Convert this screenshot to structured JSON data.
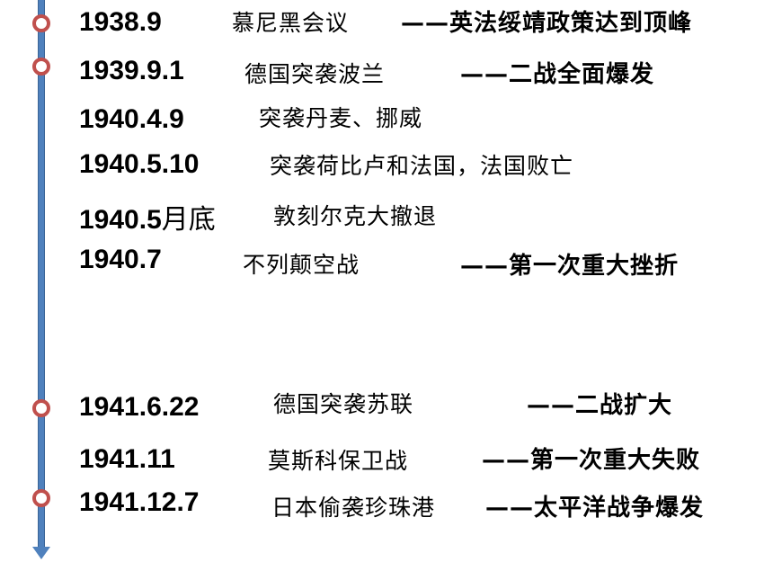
{
  "entries": [
    {
      "date": "1938.9",
      "event": "慕尼黑会议",
      "note": "——英法绥靖政策达到顶峰"
    },
    {
      "date": "1939.9.1",
      "event": "德国突袭波兰",
      "note": "——二战全面爆发"
    },
    {
      "date": "1940.4.9",
      "event": "突袭丹麦、挪威",
      "note": ""
    },
    {
      "date": "1940.5.10",
      "event": "突袭荷比卢和法国，法国败亡",
      "note": ""
    },
    {
      "date": "1940.5",
      "date_suffix": "月底",
      "event": "敦刻尔克大撤退",
      "note": ""
    },
    {
      "date": "1940.7",
      "event": "不列颠空战",
      "note": "——第一次重大挫折"
    },
    {
      "date": "1941.6.22",
      "event": "德国突袭苏联",
      "note": "——二战扩大"
    },
    {
      "date": "1941.11",
      "event": "莫斯科保卫战",
      "note": "——第一次重大失败"
    },
    {
      "date": "1941.12.7",
      "event": "日本偷袭珍珠港",
      "note": "——太平洋战争爆发"
    }
  ],
  "colors": {
    "axis": "#4f81bd",
    "marker": "#c0504d"
  }
}
